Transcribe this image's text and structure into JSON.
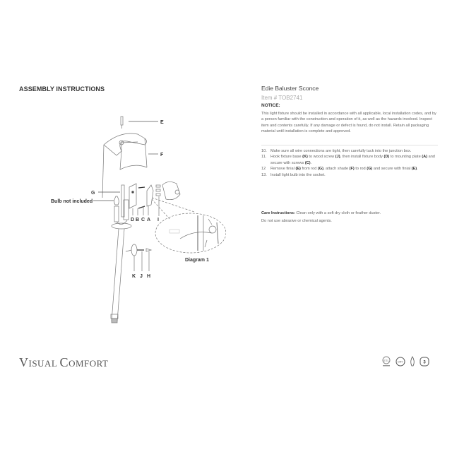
{
  "header": {
    "section_title": "ASSEMBLY INSTRUCTIONS"
  },
  "product": {
    "name": "Edie Baluster Sconce",
    "item_number": "Item # TOB2741"
  },
  "notice": {
    "heading": "NOTICE:",
    "body": "This light fixture should be installed in accordance with all applicable, local installation codes, and by a person familiar with the construction and operation of it, as well as the hazards involved. Inspect item and contents carefully. If any damage or defect is found, do not install. Retain all packaging material until installation is complete and approved."
  },
  "steps": [
    {
      "num": "10.",
      "parts": [
        {
          "t": "Make sure all wire connections are tight, then carefully tuck into the junction box."
        }
      ]
    },
    {
      "num": "11.",
      "parts": [
        {
          "t": "Hook fixture base "
        },
        {
          "b": "(K)"
        },
        {
          "t": " to wood screw "
        },
        {
          "b": "(J)"
        },
        {
          "t": ", then install fixture body "
        },
        {
          "b": "(D)"
        },
        {
          "t": " to mounting plate "
        },
        {
          "b": "(A)"
        },
        {
          "t": " and secure with screws "
        },
        {
          "b": "(C)"
        },
        {
          "t": "."
        }
      ]
    },
    {
      "num": "12",
      "parts": [
        {
          "t": "Remove finial "
        },
        {
          "b": "(E)"
        },
        {
          "t": " from rod "
        },
        {
          "b": "(G)"
        },
        {
          "t": ", attach shade "
        },
        {
          "b": "(F)"
        },
        {
          "t": " to rod "
        },
        {
          "b": "(G)"
        },
        {
          "t": " and secure with finial "
        },
        {
          "b": "(E)"
        },
        {
          "t": "."
        }
      ]
    },
    {
      "num": "13.",
      "parts": [
        {
          "t": "Install light bulb into the socket."
        }
      ]
    }
  ],
  "care": {
    "label": "Care Instructions:",
    "line1": " Clean only with a soft dry cloth or feather duster.",
    "line2": "Do not use abrasive or chemical agents."
  },
  "diagram": {
    "labels": {
      "E": "E",
      "F": "F",
      "G": "G",
      "bulb": "Bulb not included",
      "D": "D",
      "B": "B",
      "C": "C",
      "A": "A",
      "I": "I",
      "K": "K",
      "J": "J",
      "H": "H",
      "diagram1": "Diagram 1"
    }
  },
  "footer": {
    "brand_v": "V",
    "brand_isual": "ISUAL ",
    "brand_c": "C",
    "brand_omfort": "OMFORT",
    "badges": [
      {
        "name": "etl-listed-icon",
        "text": "ETL"
      },
      {
        "name": "dry-rating-icon",
        "text": "DRY"
      },
      {
        "name": "bulb-shape-icon",
        "text": ""
      },
      {
        "name": "bulb-count-icon",
        "text": "3"
      }
    ]
  }
}
